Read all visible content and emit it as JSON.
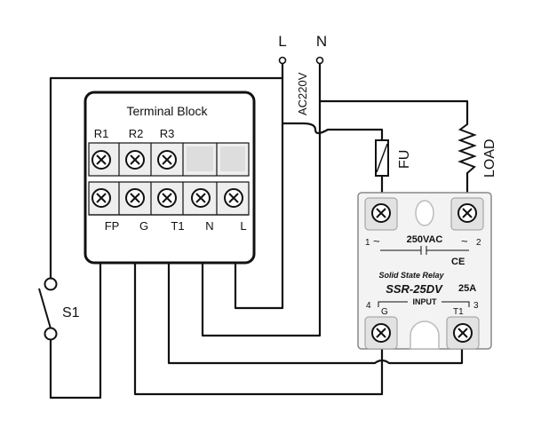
{
  "supply": {
    "line_label": "L",
    "neutral_label": "N",
    "voltage_label": "AC220V"
  },
  "terminal_block": {
    "title": "Terminal Block",
    "relay_labels": [
      "R1",
      "R2",
      "R3"
    ],
    "bottom_labels": [
      "FP",
      "G",
      "T1",
      "N",
      "L"
    ]
  },
  "fuse": {
    "label": "FU"
  },
  "load": {
    "label": "LOAD"
  },
  "switch": {
    "label": "S1"
  },
  "ssr": {
    "pin1": "1",
    "pin2": "2",
    "pin3": "3",
    "pin4": "4",
    "tilde_left": "~",
    "tilde_right": "~",
    "output_rating": "250VAC",
    "ce_mark": "CE",
    "subtitle": "Solid State Relay",
    "model": "SSR-25DV",
    "current": "25A",
    "input_label": "INPUT",
    "g_label": "G",
    "t1_label": "T1"
  }
}
